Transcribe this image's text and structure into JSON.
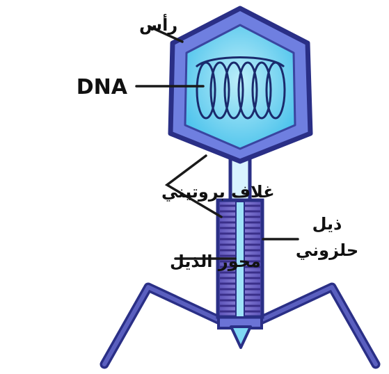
{
  "labels": {
    "head": "رأس",
    "dna": "DNA",
    "protein_coat": "غلاف بروتيني",
    "helical_tail_line1": "ذيل",
    "helical_tail_line2": "حلزوني",
    "tail_axis": "محور الذيل"
  },
  "colors": {
    "outline": "#2a2f86",
    "head_fill": "#6f7fe0",
    "head_inner": "#63d2f0",
    "head_inner_light": "#bdeef9",
    "dna_strand": "#1a2a6c",
    "collar_fill": "#d8f3ff",
    "sheath_fill": "#7a6fcc",
    "sheath_ring": "#3a2f8a",
    "core": "#9fe3f8",
    "leader_line": "#1a1a1a",
    "text": "#111111"
  }
}
